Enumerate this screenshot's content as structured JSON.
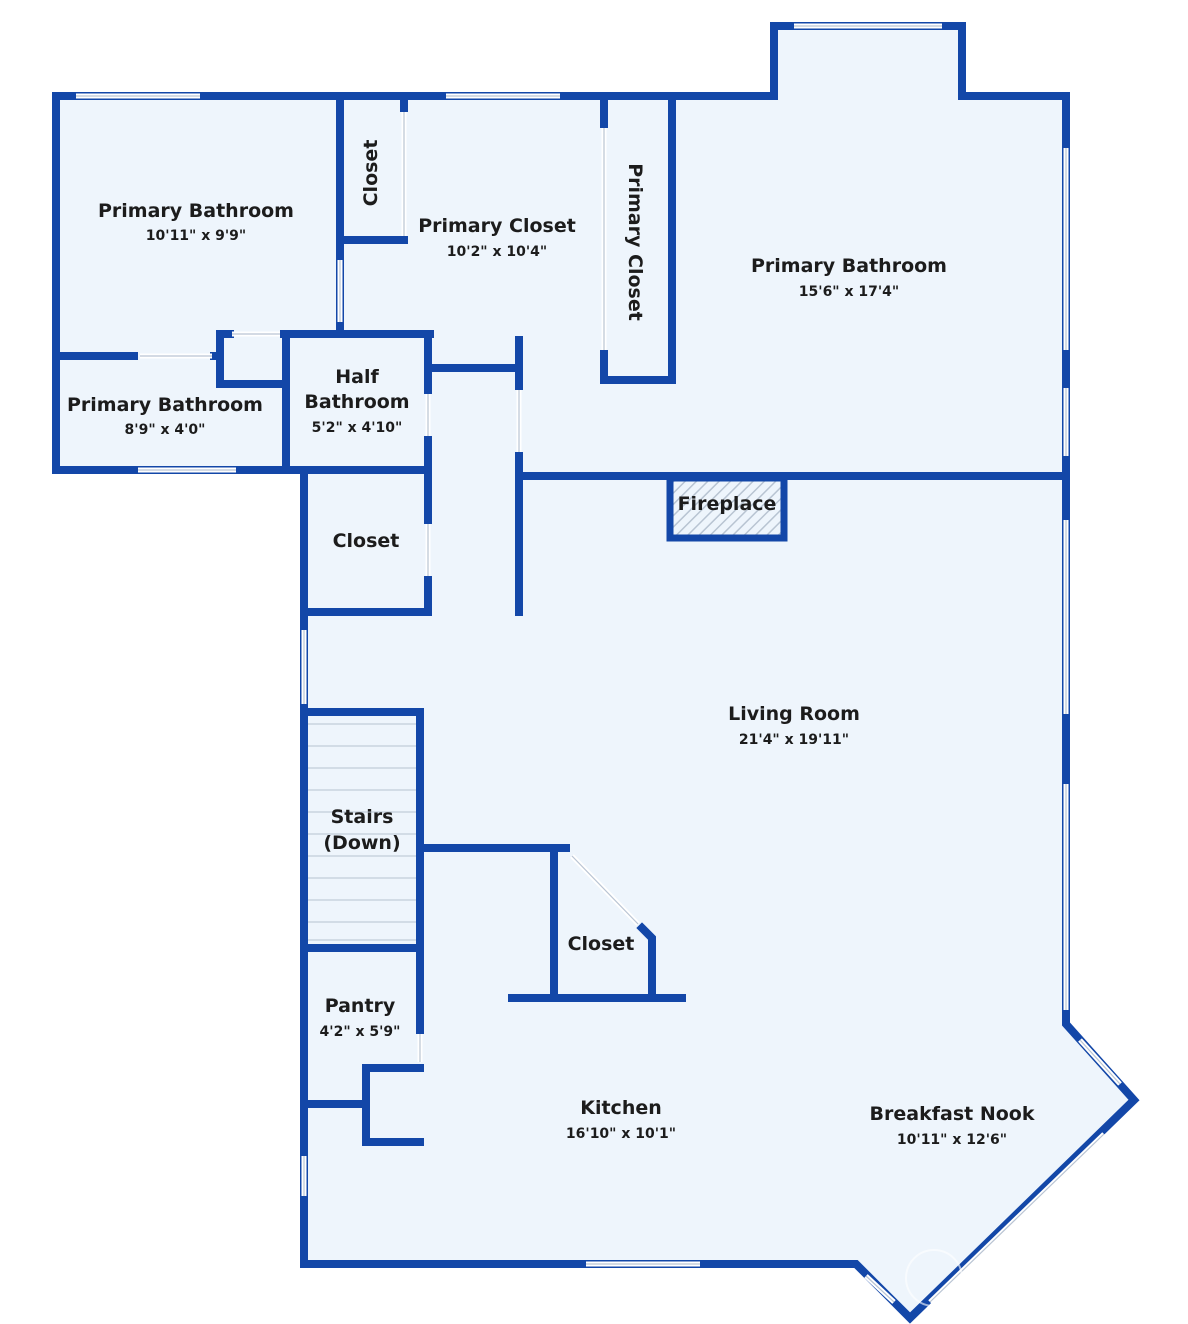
{
  "colors": {
    "floor": "#eef5fc",
    "wall": "#1347a8",
    "window": "#ffffff",
    "fireplace_hatch": "#b8c4d2",
    "text": "#1c1c1c"
  },
  "rooms": {
    "primary_bathroom_1": {
      "name": "Primary Bathroom",
      "dims": "10'11\" x 9'9\""
    },
    "closet_small_top": {
      "name": "Closet"
    },
    "primary_closet_1": {
      "name": "Primary Closet",
      "dims": "10'2\" x 10'4\""
    },
    "primary_closet_2": {
      "name": "Primary Closet"
    },
    "primary_bathroom_2": {
      "name": "Primary Bathroom",
      "dims": "15'6\" x 17'4\""
    },
    "primary_bathroom_3": {
      "name": "Primary Bathroom",
      "dims": "8'9\" x 4'0\""
    },
    "half_bathroom": {
      "name_line1": "Half",
      "name_line2": "Bathroom",
      "dims": "5'2\" x 4'10\""
    },
    "closet_hall": {
      "name": "Closet"
    },
    "fireplace": {
      "name": "Fireplace"
    },
    "living_room": {
      "name": "Living Room",
      "dims": "21'4\" x 19'11\""
    },
    "stairs": {
      "name_line1": "Stairs",
      "name_line2": "(Down)"
    },
    "closet_kitchen": {
      "name": "Closet"
    },
    "pantry": {
      "name": "Pantry",
      "dims": "4'2\" x 5'9\""
    },
    "kitchen": {
      "name": "Kitchen",
      "dims": "16'10\" x 10'1\""
    },
    "breakfast_nook": {
      "name": "Breakfast Nook",
      "dims": "10'11\" x 12'6\""
    }
  }
}
